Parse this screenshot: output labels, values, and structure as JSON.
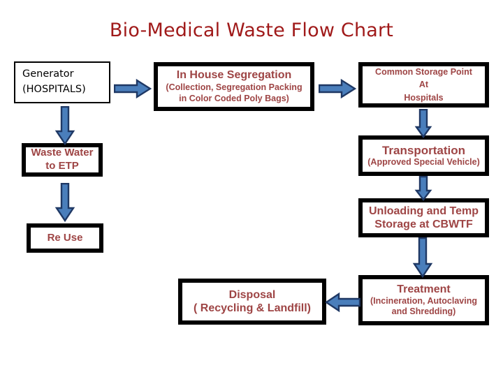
{
  "page": {
    "title": "Bio-Medical Waste Flow Chart",
    "title_color": "#A01A1A",
    "box_text_color": "#9E4545",
    "box_border_color": "#000000",
    "arrow_fill_color": "#4A7EBB",
    "arrow_outline_color": "#1F3864",
    "background_color": "#FFFFFF"
  },
  "nodes": {
    "generator": {
      "line1": "Generator",
      "line2": "(HOSPITALS)"
    },
    "segregation": {
      "line1": "In House Segregation",
      "line2": "(Collection, Segregation Packing",
      "line3": "in Color Coded Poly Bags)"
    },
    "storage": {
      "line1": "Common Storage Point",
      "line2": "At",
      "line3": "Hospitals"
    },
    "wastewater": {
      "line1": "Waste Water",
      "line2": "to ETP"
    },
    "transportation": {
      "line1": "Transportation",
      "line2": "(Approved Special Vehicle)"
    },
    "unloading": {
      "line1": "Unloading and Temp",
      "line2": "Storage at  CBWTF"
    },
    "reuse": {
      "line1": "Re Use"
    },
    "treatment": {
      "line1": "Treatment",
      "line2": "(Incineration, Autoclaving",
      "line3": "and Shredding)"
    },
    "disposal": {
      "line1": "Disposal",
      "line2": "( Recycling & Landfill)"
    }
  },
  "connectors": [
    {
      "id": "generator-to-segregation",
      "direction": "right"
    },
    {
      "id": "segregation-to-storage",
      "direction": "right"
    },
    {
      "id": "generator-to-wastewater",
      "direction": "down"
    },
    {
      "id": "storage-to-transportation",
      "direction": "down"
    },
    {
      "id": "wastewater-to-reuse",
      "direction": "down"
    },
    {
      "id": "transportation-to-unloading",
      "direction": "down"
    },
    {
      "id": "unloading-to-treatment",
      "direction": "down"
    },
    {
      "id": "treatment-to-disposal",
      "direction": "left"
    }
  ]
}
